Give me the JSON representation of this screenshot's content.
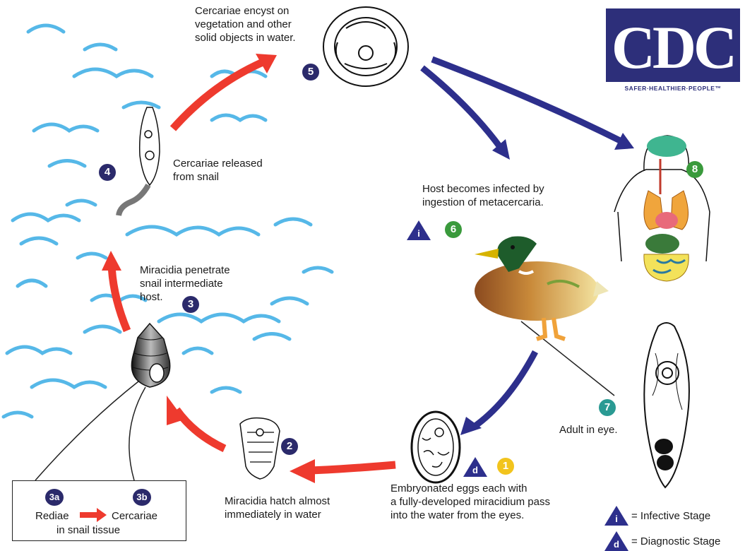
{
  "logo": {
    "text": "CDC",
    "tagline": "SAFER·HEALTHIER·PEOPLE™"
  },
  "stages": [
    {
      "number": "1",
      "text": "Embryonated eggs each with\na fully-developed miracidium pass\ninto the water from the eyes."
    },
    {
      "number": "2",
      "text": "Miracidia hatch almost\nimmediately in water"
    },
    {
      "number": "3",
      "text": "Miracidia penetrate\nsnail intermediate\nhost."
    },
    {
      "number": "4",
      "text": "Cercariae released\nfrom snail"
    },
    {
      "number": "5",
      "text": "Cercariae encyst on\nvegetation and other\nsolid objects in water."
    },
    {
      "number": "6",
      "text": "Host becomes infected by\ningestion of metacercaria."
    },
    {
      "number": "7",
      "text": "Adult in eye."
    },
    {
      "number": "8",
      "text": ""
    }
  ],
  "snail_box": {
    "a_number": "3a",
    "a_label": "Rediae",
    "b_number": "3b",
    "b_label": "Cercariae",
    "caption": "in snail tissue"
  },
  "legend": {
    "infective": {
      "symbol": "i",
      "label": "= Infective Stage"
    },
    "diagnostic": {
      "symbol": "d",
      "label": "= Diagnostic Stage"
    }
  },
  "colors": {
    "water": "#56b8e8",
    "red_arrow": "#ee3a2e",
    "blue_arrow": "#2d2f8c",
    "navy_badge": "#2b2a6b",
    "green_badge": "#3a9a3c",
    "teal_badge": "#2a9a93",
    "yellow_badge": "#f2c41d",
    "cdc_blue": "#2d2f7a"
  }
}
